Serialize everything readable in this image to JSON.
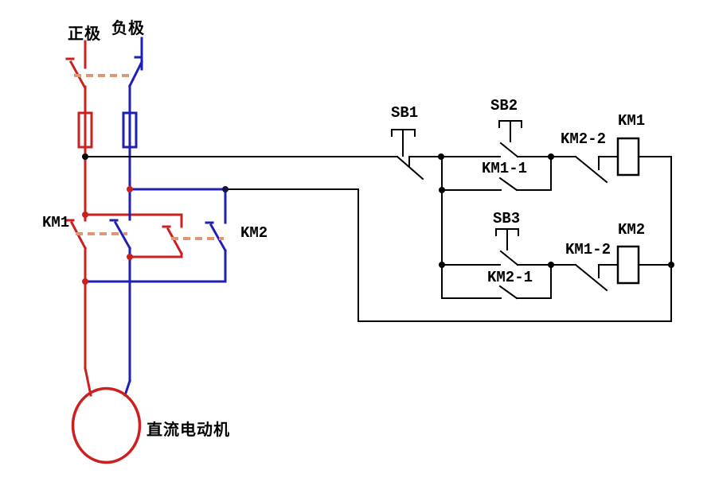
{
  "colors": {
    "positive_line": "#cc1f1f",
    "negative_line": "#1f1fb4",
    "control_line": "#000000",
    "linkage_dash": "#df9673",
    "background": "#ffffff"
  },
  "power_circuit": {
    "positive_terminal_label": "正极",
    "negative_terminal_label": "负极",
    "km1_main_contacts_label": "KM1",
    "km2_main_contacts_label": "KM2",
    "motor_label": "直流电动机"
  },
  "control_circuit": {
    "stop_button_label": "SB1",
    "forward_start_button_label": "SB2",
    "reverse_start_button_label": "SB3",
    "km1_seal_in_contact_label": "KM1-1",
    "km2_seal_in_contact_label": "KM2-1",
    "km1_interlock_contact_label": "KM1-2",
    "km2_interlock_contact_label": "KM2-2",
    "km1_coil_label": "KM1",
    "km2_coil_label": "KM2"
  }
}
